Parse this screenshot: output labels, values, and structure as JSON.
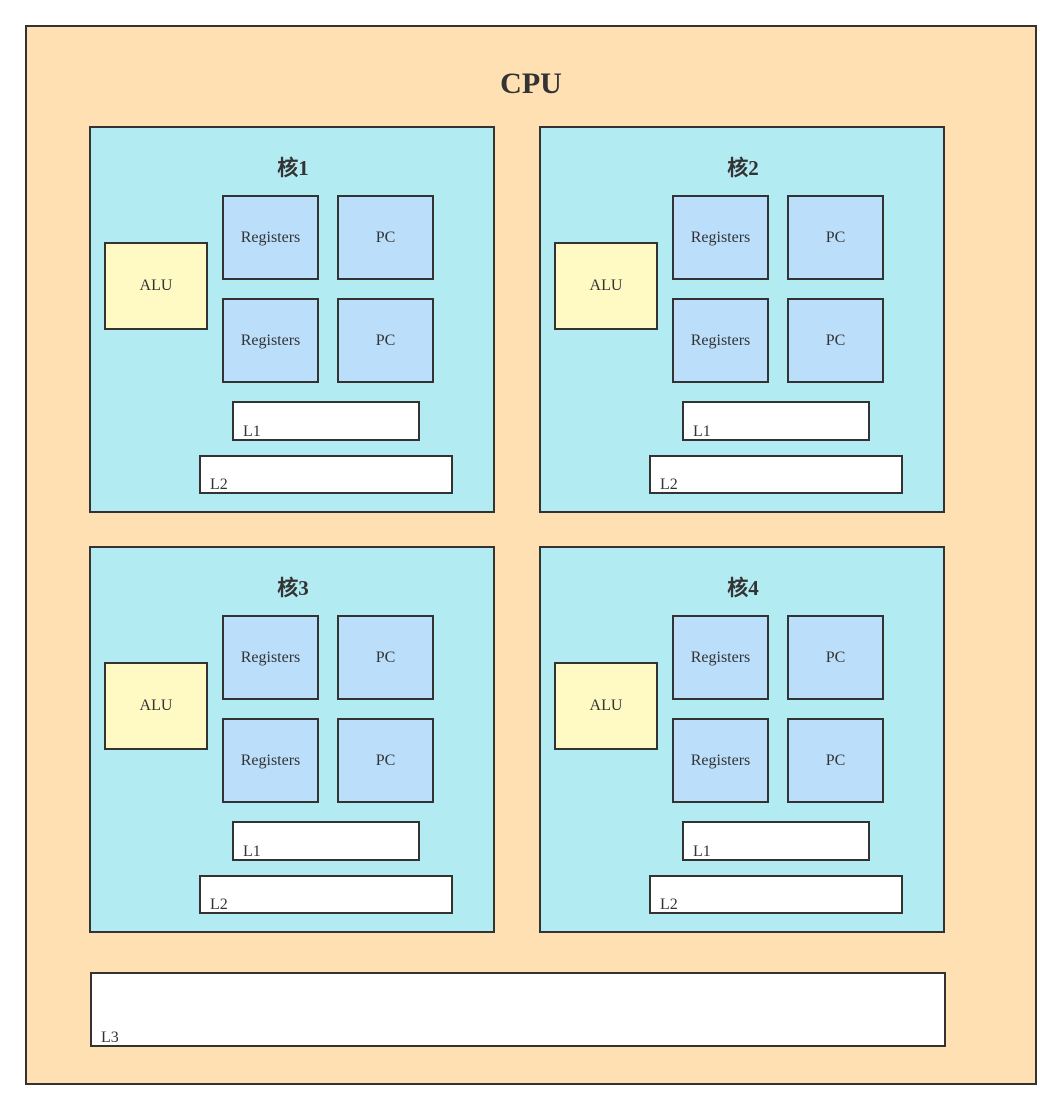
{
  "cpu": {
    "title": "CPU"
  },
  "labels": {
    "alu": "ALU",
    "registers": "Registers",
    "pc": "PC",
    "l1": "L1",
    "l2": "L2",
    "l3": "L3"
  },
  "cores": [
    {
      "title": "核1"
    },
    {
      "title": "核2"
    },
    {
      "title": "核3"
    },
    {
      "title": "核4"
    }
  ],
  "colors": {
    "cpu_bg": "#ffe0b2",
    "core_bg": "#b2ebf2",
    "alu_bg": "#fff9c4",
    "register_bg": "#bbdefb",
    "cache_bg": "#ffffff",
    "border": "#333333"
  }
}
